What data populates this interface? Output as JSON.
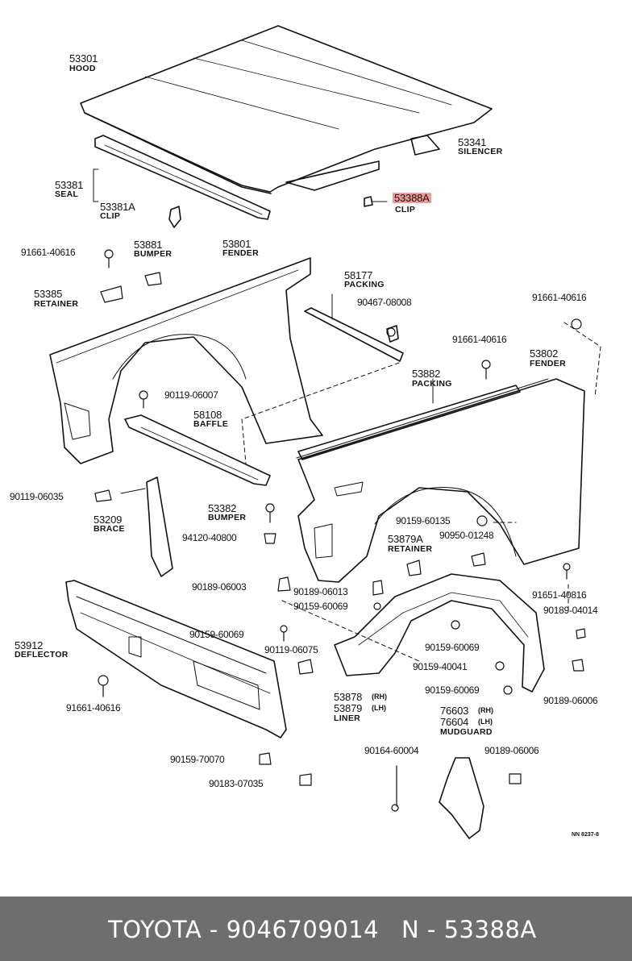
{
  "labels": {
    "l53301": "53301",
    "hood": "HOOD",
    "l53341": "53341",
    "silencer": "SILENCER",
    "l53381": "53381",
    "seal": "SEAL",
    "l53381a": "53381A",
    "clip1": "CLIP",
    "l53388a": "53388A",
    "clip2": "CLIP",
    "l91661a": "91661-40616",
    "l53881": "53881",
    "bumper1": "BUMPER",
    "l53801": "53801",
    "fender1": "FENDER",
    "l58177": "58177",
    "packing1": "PACKING",
    "l90467": "90467-08008",
    "l53385": "53385",
    "retainer1": "RETAINER",
    "l91661b": "91661-40616",
    "l91661c": "91661-40616",
    "l53802": "53802",
    "fender2": "FENDER",
    "l53882": "53882",
    "packing2": "PACKING",
    "l90119a": "90119-06007",
    "l58108": "58108",
    "baffle": "BAFFLE",
    "l90119b": "90119-06035",
    "l53382": "53382",
    "bumper2": "BUMPER",
    "l53209": "53209",
    "brace": "BRACE",
    "l94120": "94120-40800",
    "l90159a": "90159-60135",
    "l90950": "90950-01248",
    "l53879a": "53879A",
    "retainer2": "RETAINER",
    "l90189a": "90189-06003",
    "l90189b": "90189-06013",
    "l90159b": "90159-60069",
    "l91651": "91651-40816",
    "l90189c": "90189-04014",
    "l90159c": "90159-60069",
    "l53912": "53912",
    "deflector": "DEFLECTOR",
    "l90119c": "90119-06075",
    "l90159d": "90159-60069",
    "l90159e": "90159-40041",
    "l90159f": "90159-60069",
    "l90189d": "90189-06006",
    "l91661d": "91661-40616",
    "l53878": "53878",
    "rh1": "(RH)",
    "l53879": "53879",
    "lh1": "(LH)",
    "liner": "LINER",
    "l76603": "76603",
    "rh2": "(RH)",
    "l76604": "76604",
    "lh2": "(LH)",
    "mudguard": "MUDGUARD",
    "l90164": "90164-60004",
    "l90189e": "90189-06006",
    "l90159g": "90159-70070",
    "l90183": "90183-07035",
    "ref": "NN 8237-8"
  },
  "footer": {
    "brand_part": "TOYOTA - 9046709014",
    "ref": "N - 53388A"
  },
  "colors": {
    "footer_bg": "#6e6e6e",
    "highlight": "#f29a9a",
    "line": "#111111"
  }
}
